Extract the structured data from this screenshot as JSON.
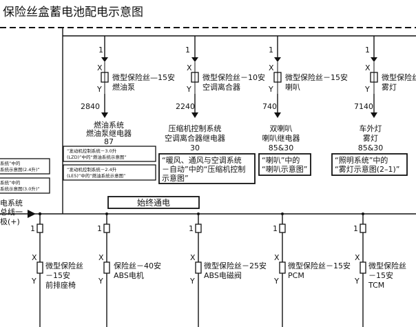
{
  "title": "保险丝盒蓄电池配电示意图",
  "always_on": "始终通电",
  "busbar": [
    "电系统",
    "总线一",
    "极(+)"
  ],
  "left_notes": [
    [
      "系统”中的",
      "系统示意图(2.4升)”"
    ],
    [
      "系统”中的",
      "系统示意图(3.0升)”"
    ]
  ],
  "top_fuses": [
    {
      "pin": "1",
      "x": "X",
      "y": "Y",
      "name": "微型保险丝—15安",
      "load": "燃油泵",
      "circuit": "2840",
      "relay": [
        "燃油系统",
        "燃油泵继电器",
        "87"
      ],
      "refs": [
        [
          "“发动机控制系统－3.0升",
          "(LZD)”中的“燃油系统示意图”"
        ],
        [
          "“发动机控制系统－2.4升",
          "(LE5)”中的“燃油系统示意图”"
        ]
      ]
    },
    {
      "pin": "1",
      "x": "X",
      "y": "Y",
      "name": "微型保险丝－10安",
      "load": "空调离合器",
      "circuit": "2240",
      "relay": [
        "压缩机控制系统",
        "空调离合器继电器",
        "30"
      ],
      "refs": [
        [
          "“暖风、通风与空调系统",
          "－自动”中的“压缩机控制",
          "示意图”"
        ]
      ]
    },
    {
      "pin": "1",
      "x": "X",
      "y": "Y",
      "name": "微型保险丝－15安",
      "load": "喇叭",
      "circuit": "740",
      "relay": [
        "双喇叭",
        "喇叭继电器",
        "85&30"
      ],
      "refs": [
        [
          "“喇叭”中的",
          "“喇叭示意图”"
        ]
      ]
    },
    {
      "pin": "1",
      "x": "X",
      "y": "Y",
      "name": "微型保险丝",
      "load": "雾灯",
      "circuit": "7140",
      "relay": [
        "车外灯",
        "雾灯",
        "85&30"
      ],
      "refs": [
        [
          "“照明系统”中的",
          "“雾灯示意图(2–1)”"
        ]
      ]
    }
  ],
  "bottom_fuses": [
    {
      "pin": "1",
      "x": "X",
      "y": "Y",
      "lines": [
        "微型保险丝",
        "－15安",
        "前排座椅"
      ]
    },
    {
      "pin": "1",
      "x": "X",
      "y": "Y",
      "lines": [
        "保险丝－40安",
        "ABS电机"
      ]
    },
    {
      "pin": "1",
      "x": "X",
      "y": "Y",
      "lines": [
        "微型保险丝－25安",
        "ABS电磁阀"
      ]
    },
    {
      "pin": "1",
      "x": "X",
      "y": "Y",
      "lines": [
        "微型保险丝－15安",
        "PCM"
      ]
    },
    {
      "pin": "1",
      "x": "X",
      "y": "Y",
      "lines": [
        "微型保险丝",
        "－15安",
        "TCM"
      ]
    }
  ]
}
